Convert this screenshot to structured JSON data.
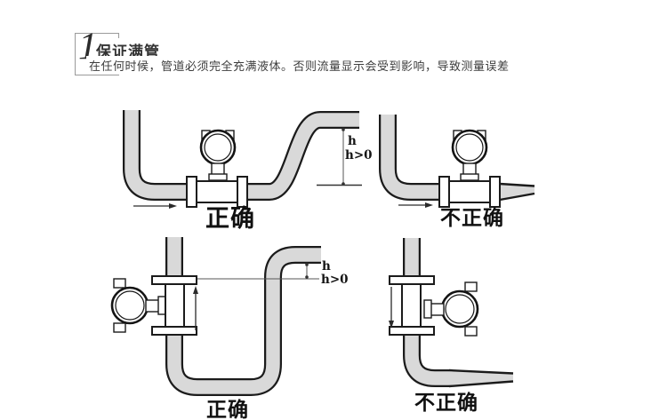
{
  "header": {
    "step_number": "1",
    "title": "保证满管",
    "subtitle": "在任何时候，管道必须完全充满液体。否则流量显示会受到影响，导致测量误差"
  },
  "diagrams": {
    "top_left": {
      "verdict": "正确",
      "dim_h": "h",
      "dim_cond": "h>0"
    },
    "top_right": {
      "verdict": "不正确"
    },
    "bottom_left": {
      "verdict": "正确",
      "dim_h": "h",
      "dim_cond": "h>0"
    },
    "bottom_right": {
      "verdict": "不正确"
    }
  },
  "colors": {
    "pipe_fill": "#d9d9d9",
    "pipe_outline": "#1b1b1b",
    "dimension_line": "#555555",
    "header_box_border": "#9a9a9a",
    "text": "#222222",
    "background": "#ffffff"
  }
}
